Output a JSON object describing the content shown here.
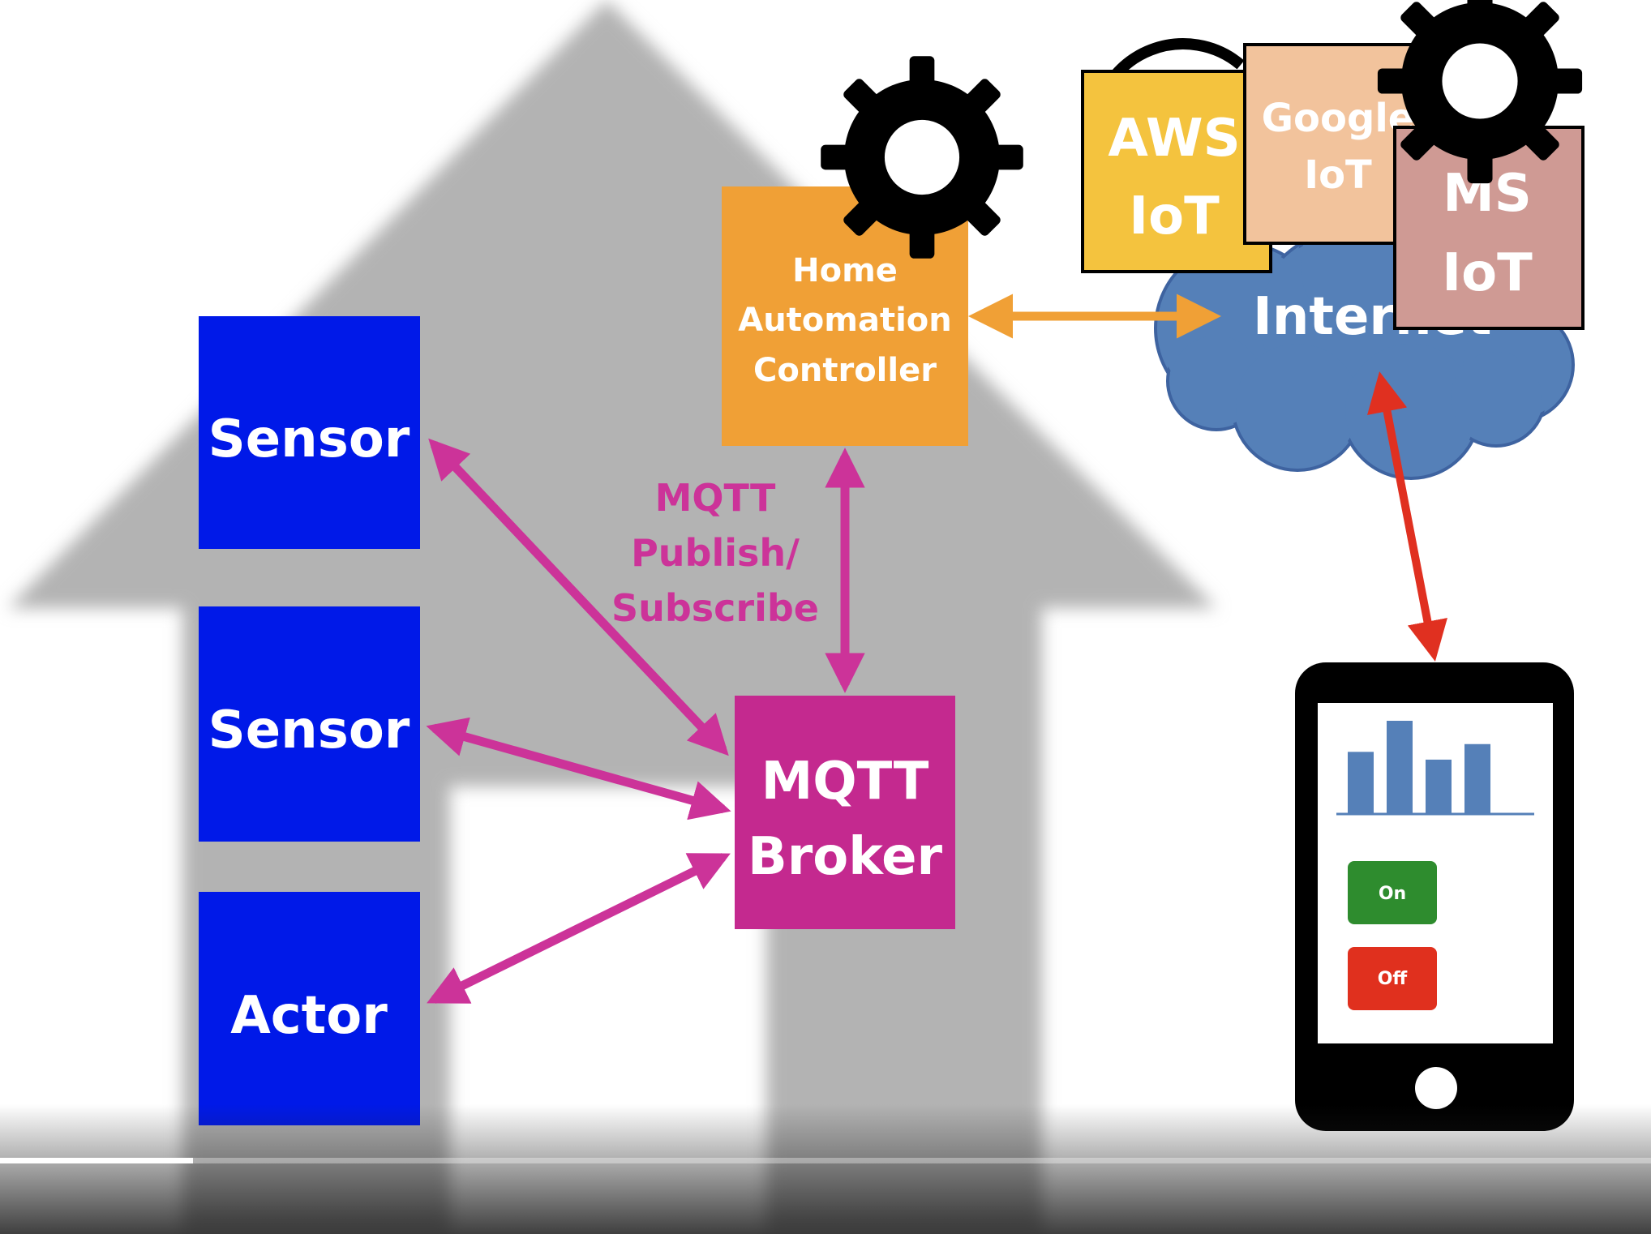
{
  "nodes": {
    "sensor1": "Sensor",
    "sensor2": "Sensor",
    "actor": "Actor",
    "broker_line1": "MQTT",
    "broker_line2": "Broker",
    "controller_line1": "Home",
    "controller_line2": "Automation",
    "controller_line3": "Controller",
    "internet": "Internet",
    "aws_line1": "AWS",
    "aws_line2": "IoT",
    "google_line1": "Google",
    "google_line2": "IoT",
    "ms_line1": "MS",
    "ms_line2": "IoT"
  },
  "edge_label": {
    "line1": "MQTT",
    "line2": "Publish/",
    "line3": "Subscribe"
  },
  "phone": {
    "on_label": "On",
    "off_label": "Off",
    "bar_values": [
      4,
      6,
      3.5,
      4.5
    ]
  },
  "video": {
    "progress": 0.117
  },
  "colors": {
    "device_blue": "#0019e8",
    "broker_magenta": "#c4298f",
    "controller_orange": "#f0a036",
    "cloud_blue": "#5580b8",
    "mqtt_arrow": "#cc3399",
    "controller_arrow": "#f0a036",
    "internet_arrow": "#e03020",
    "aws_yellow": "#f4c33e",
    "google_peach": "#f2c39c",
    "ms_rose": "#cf9a94",
    "house_gray": "#b3b3b3",
    "on_green": "#2e8c2e",
    "off_red": "#e0301e"
  }
}
